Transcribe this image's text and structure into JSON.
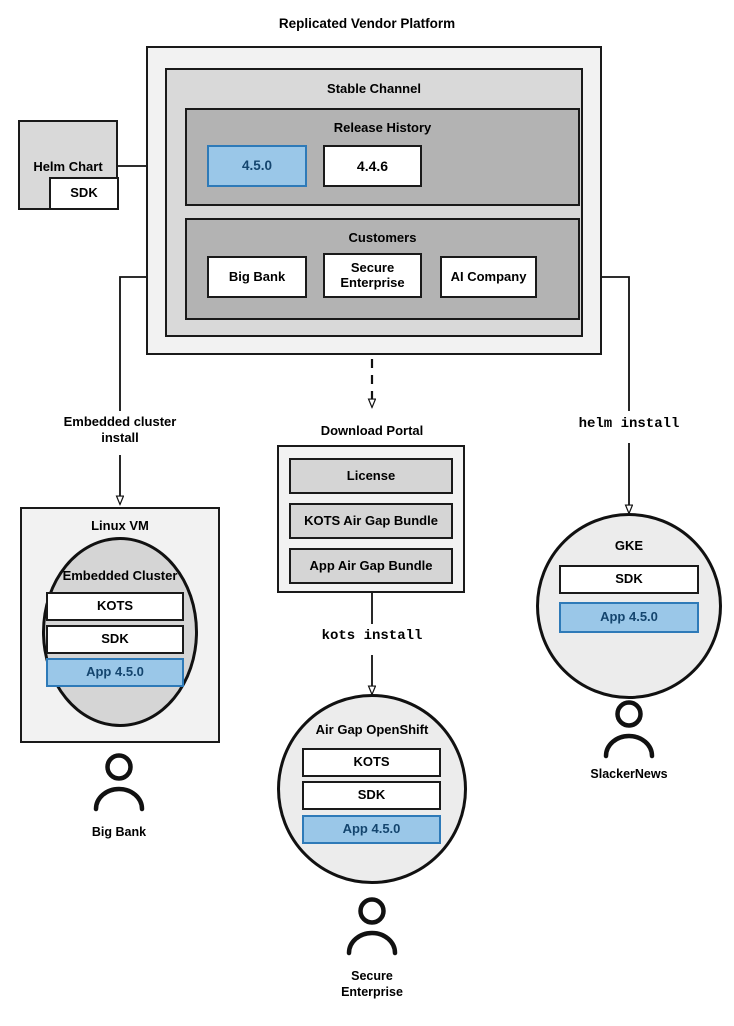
{
  "diagram": {
    "title": "Replicated Vendor Platform",
    "platform": {
      "stable_channel": {
        "title": "Stable Channel",
        "release_history": {
          "title": "Release History",
          "releases": [
            {
              "version": "4.5.0",
              "highlighted": true
            },
            {
              "version": "4.4.6",
              "highlighted": false
            }
          ]
        },
        "customers": {
          "title": "Customers",
          "items": [
            {
              "name": "Big Bank"
            },
            {
              "name": "Secure\nEnterprise"
            },
            {
              "name": "AI Company"
            }
          ]
        }
      }
    },
    "source": {
      "helm_chart_label": "Helm Chart",
      "sdk_label": "SDK"
    },
    "download_portal": {
      "title": "Download Portal",
      "artifacts": [
        {
          "name": "License"
        },
        {
          "name": "KOTS Air Gap Bundle"
        },
        {
          "name": "App Air Gap Bundle"
        }
      ]
    },
    "install_paths": [
      {
        "label": "Embedded cluster\ninstall",
        "style": "text"
      },
      {
        "label": "kots install",
        "style": "mono"
      },
      {
        "label": "helm install",
        "style": "mono"
      }
    ],
    "targets": [
      {
        "id": "linux-vm",
        "outer_title": "Linux VM",
        "inner_title": "Embedded Cluster",
        "components": [
          {
            "name": "KOTS",
            "highlighted": false
          },
          {
            "name": "SDK",
            "highlighted": false
          },
          {
            "name": "App 4.5.0",
            "highlighted": true
          }
        ],
        "customer": "Big Bank"
      },
      {
        "id": "air-gap-openshift",
        "outer_title": "",
        "inner_title": "Air Gap OpenShift",
        "components": [
          {
            "name": "KOTS",
            "highlighted": false
          },
          {
            "name": "SDK",
            "highlighted": false
          },
          {
            "name": "App 4.5.0",
            "highlighted": true
          }
        ],
        "customer": "Secure\nEnterprise"
      },
      {
        "id": "gke",
        "outer_title": "",
        "inner_title": "GKE",
        "components": [
          {
            "name": "SDK",
            "highlighted": false
          },
          {
            "name": "App 4.5.0",
            "highlighted": true
          }
        ],
        "customer": "SlackerNews"
      }
    ],
    "colors": {
      "highlight_fill": "#9ac7e8",
      "highlight_border": "#2e7ab8",
      "highlight_text": "#14456e",
      "outer_fill": "#f2f2f2",
      "mid_fill": "#d9d9d9",
      "inner_fill": "#b3b3b3",
      "artifact_fill": "#d5d5d5",
      "circle_fill": "#ececec",
      "stroke": "#111111"
    }
  }
}
